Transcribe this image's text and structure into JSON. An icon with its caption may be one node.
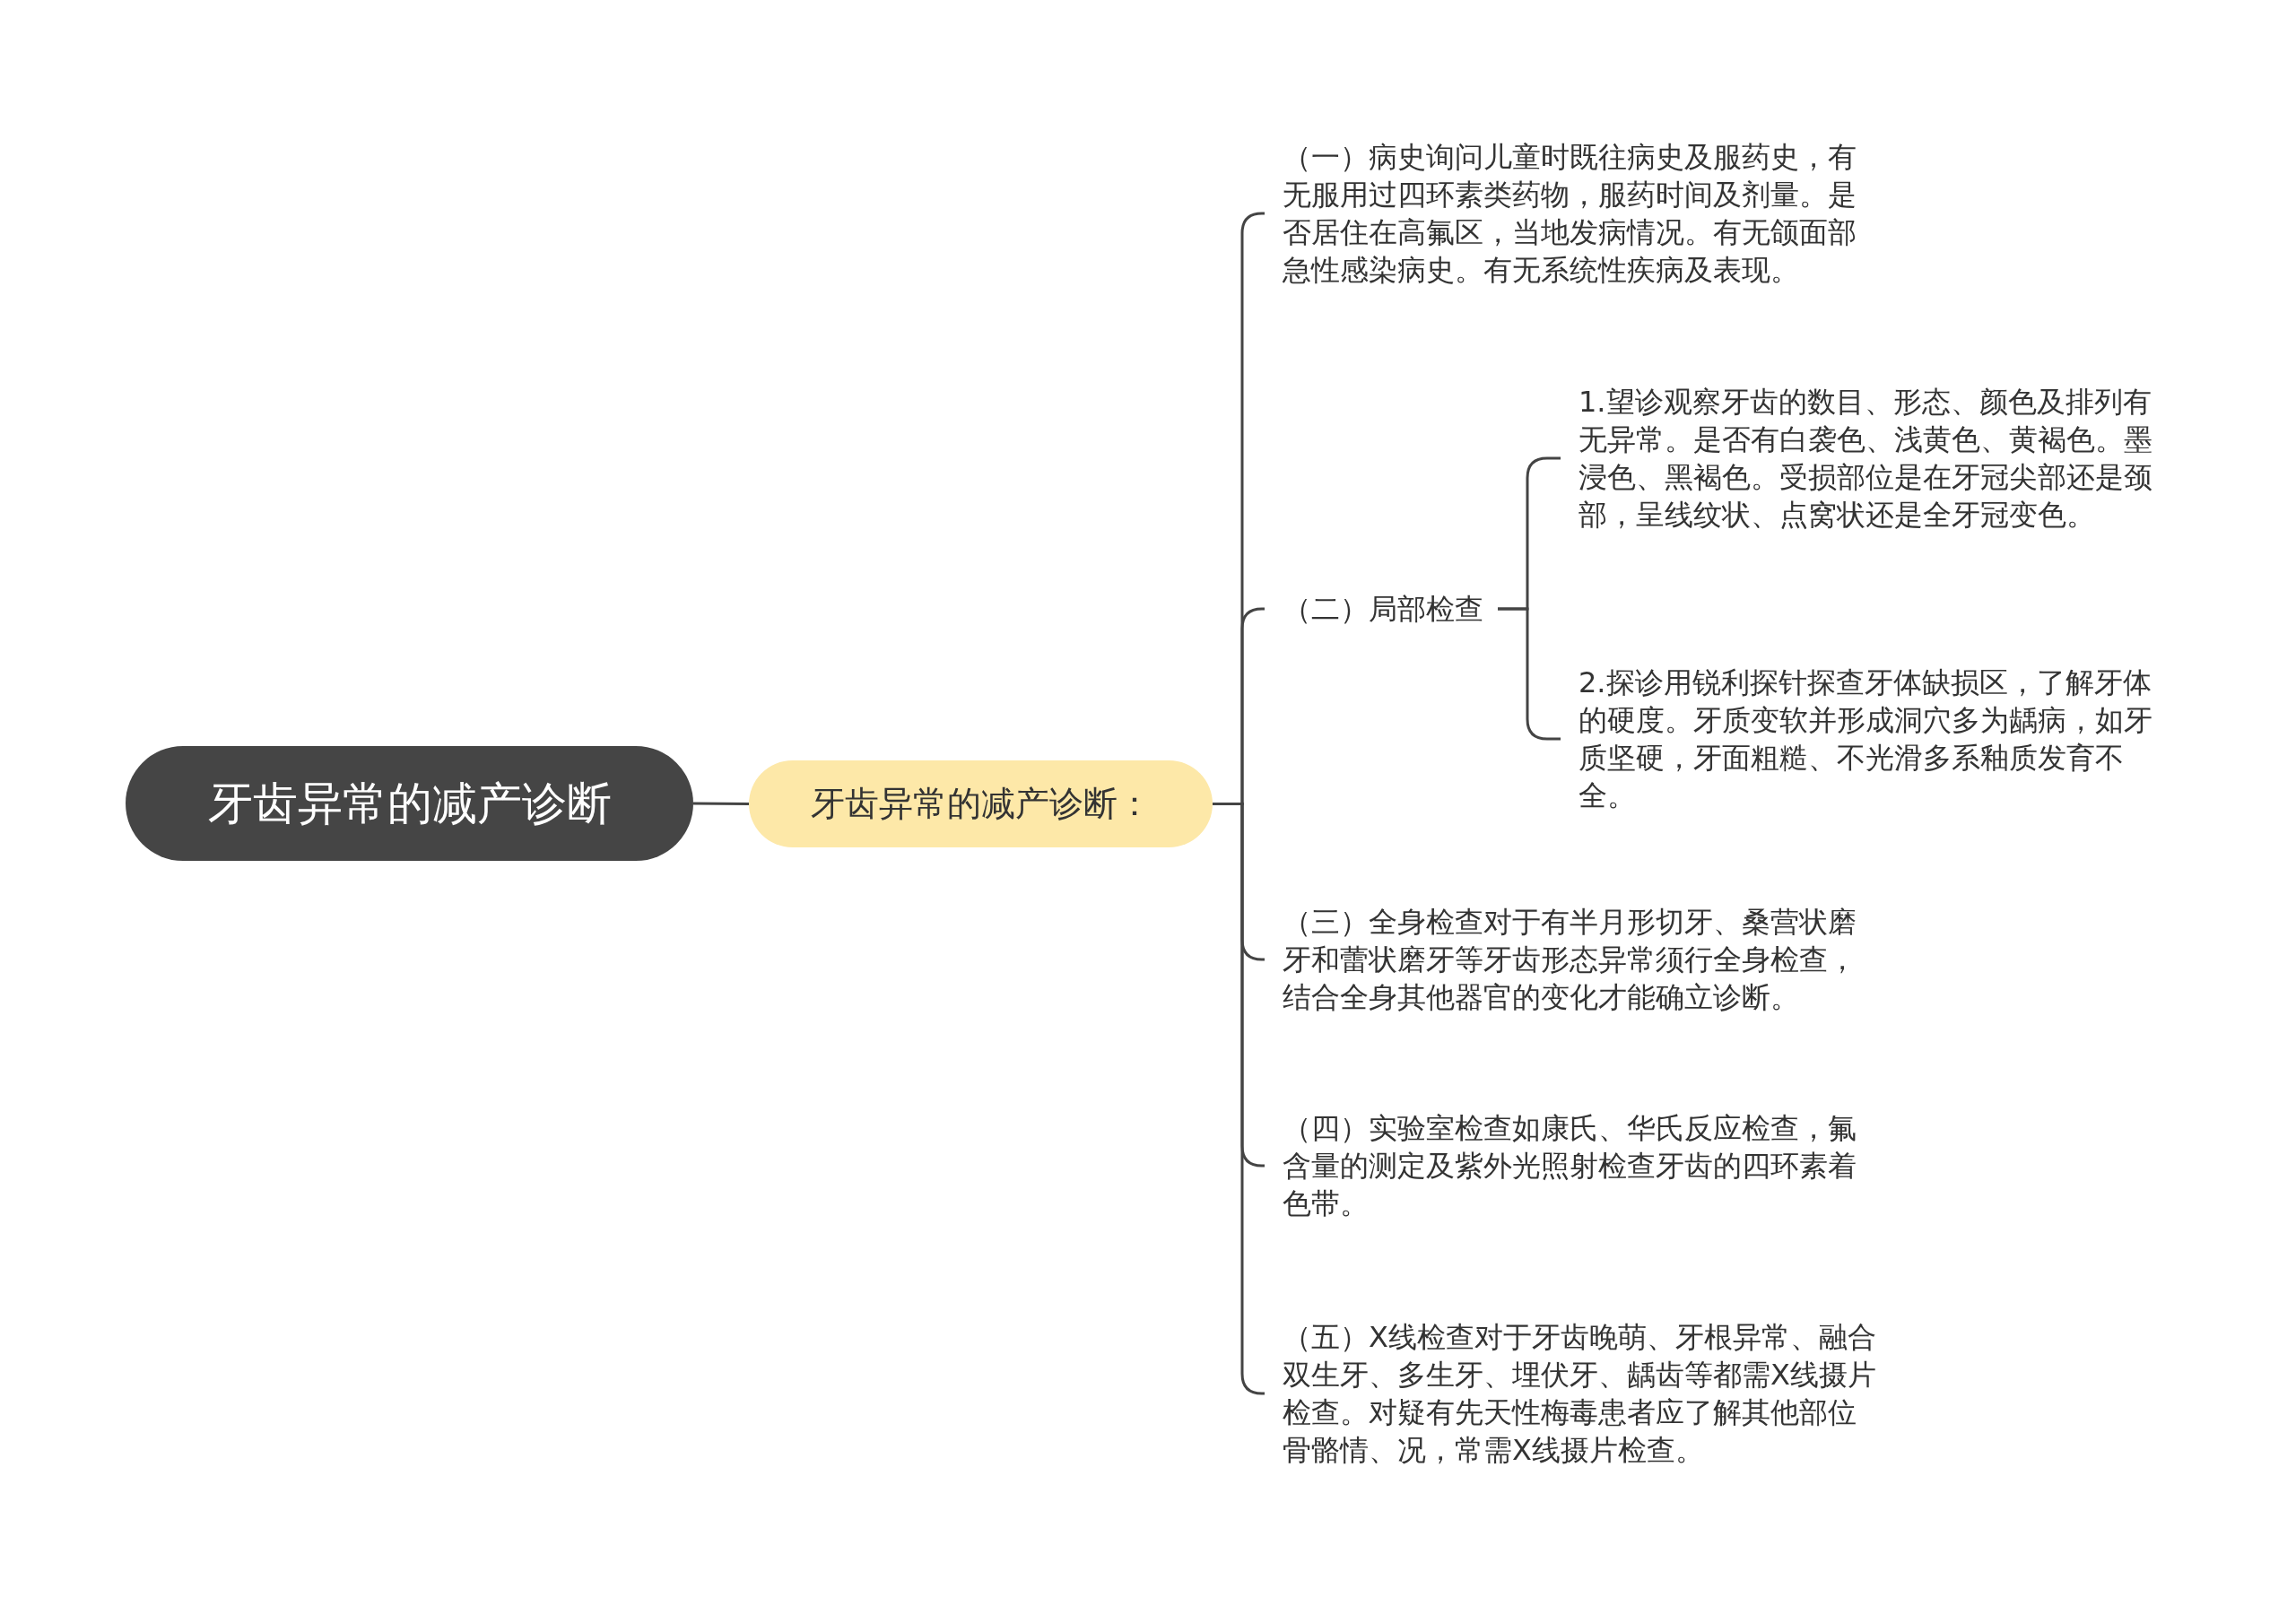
{
  "diagram": {
    "nodes": [
      {
        "text": [
          "牙齿异常的减产诊断"
        ]
      },
      {
        "text": [
          "牙齿异常的减产诊断："
        ]
      },
      {
        "text": [
          "（一）病史询问儿童时既往病史及服药史，有无服用过四环素类药物，服药时间及剂量。是否居住在高氟区，当地发病情况。有无颌面部急性感染病史。有无系统性疾病及表现。"
        ]
      },
      {
        "text": [
          "（二）局部检查"
        ]
      },
      {
        "text": [
          "1.望诊观察牙齿的数目、形态、颜色及排列有无异常。是否有白袭色、浅黄色、黄褐色。墨浸色、黑褐色。受损部位是在牙冠尖部还是颈部，呈线纹状、点窝状还是全牙冠变色。"
        ]
      },
      {
        "text": [
          "2.探诊用锐利探针探查牙体缺损区，了解牙体的硬度。牙质变软并形成洞穴多为龋病，如牙质坚硬，牙面粗糙、不光滑多系釉质发育不全。"
        ]
      },
      {
        "text": [
          "（三）全身检查对于有半月形切牙、桑营状磨牙和蕾状磨牙等牙齿形态异常须行全身检查，结合全身其他器官的变化才能确立诊断。"
        ]
      },
      {
        "text": [
          "（四）实验室检查如康氏、华氏反应检查，氟含量的测定及紫外光照射检查牙齿的四环素着色带。"
        ]
      },
      {
        "text": [
          "（五）X线检查对于牙齿晚萌、牙根异常、融合双生牙、多生牙、埋伏牙、龋齿等都需X线摄片检查。对疑有先天性梅毒患者应了解其他部位骨骼情、况，常需X线摄片检查。"
        ]
      }
    ],
    "edges": [
      {
        "from": 0,
        "to": 1,
        "arrow": "none"
      },
      {
        "from": 1,
        "to": 2,
        "arrow": "none"
      },
      {
        "from": 1,
        "to": 3,
        "arrow": "none"
      },
      {
        "from": 1,
        "to": 6,
        "arrow": "none"
      },
      {
        "from": 1,
        "to": 7,
        "arrow": "none"
      },
      {
        "from": 1,
        "to": 8,
        "arrow": "none"
      },
      {
        "from": 3,
        "to": 4,
        "arrow": "none"
      },
      {
        "from": 3,
        "to": 5,
        "arrow": "none"
      }
    ]
  }
}
